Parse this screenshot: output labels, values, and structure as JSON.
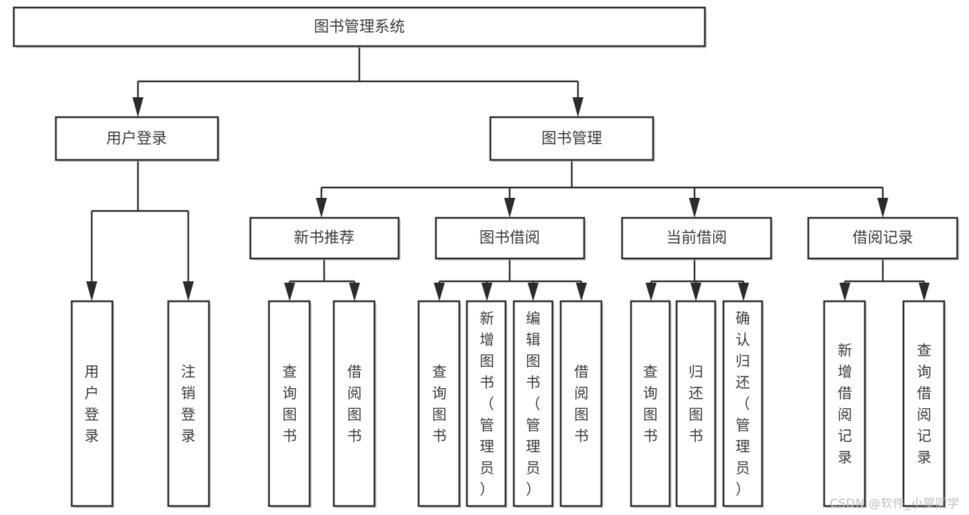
{
  "diagram": {
    "title": "图书管理系统",
    "type": "tree-hierarchy-chart",
    "watermark": "CSDN @软件_小贺同学"
  },
  "nodes": {
    "root": {
      "label": "图书管理系统"
    },
    "level2": [
      {
        "label": "用户登录"
      },
      {
        "label": "图书管理"
      }
    ],
    "level3": [
      {
        "label": "新书推荐"
      },
      {
        "label": "图书借阅"
      },
      {
        "label": "当前借阅"
      },
      {
        "label": "借阅记录"
      }
    ],
    "leaves_user_login": [
      {
        "label": "用户登录"
      },
      {
        "label": "注销登录"
      }
    ],
    "leaves_new_book": [
      {
        "label": "查询图书"
      },
      {
        "label": "借阅图书"
      }
    ],
    "leaves_borrow": [
      {
        "label": "查询图书"
      },
      {
        "label": "新增图书（管理员）"
      },
      {
        "label": "编辑图书（管理员）"
      },
      {
        "label": "借阅图书"
      }
    ],
    "leaves_current": [
      {
        "label": "查询图书"
      },
      {
        "label": "归还图书"
      },
      {
        "label": "确认归还（管理员）"
      }
    ],
    "leaves_record": [
      {
        "label": "新增借阅记录"
      },
      {
        "label": "查询借阅记录"
      }
    ]
  },
  "colors": {
    "box_stroke": "#2b2b2b",
    "box_fill": "#ffffff",
    "text": "#3a3a3a",
    "connector": "#2b2b2b",
    "watermark": "#bdbdbd",
    "background": "#ffffff"
  }
}
